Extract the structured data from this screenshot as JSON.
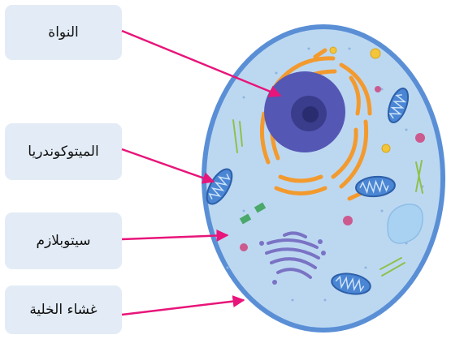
{
  "labels": {
    "nucleus": "النواة",
    "mitochondria": "الميتوكوندريا",
    "cytoplasm": "سيتوبلازم",
    "membrane": "غشاء الخلية"
  },
  "colors": {
    "label_box": "#e3ecf6",
    "arrow": "#e8157a",
    "cytoplasm": "#bcd8f1",
    "membrane": "#5a8fd6",
    "nucleus": "#5557b4",
    "nucleolus": "#3a3c8c",
    "endoplasmic_reticulum": "#f39a2e",
    "mitochondria": "#4a86d4",
    "golgi": "#7a73c4",
    "vacuole": "#a9d2f2",
    "vesicle": "#cc5a8e",
    "ribosome_granule": "#f2c53a"
  }
}
